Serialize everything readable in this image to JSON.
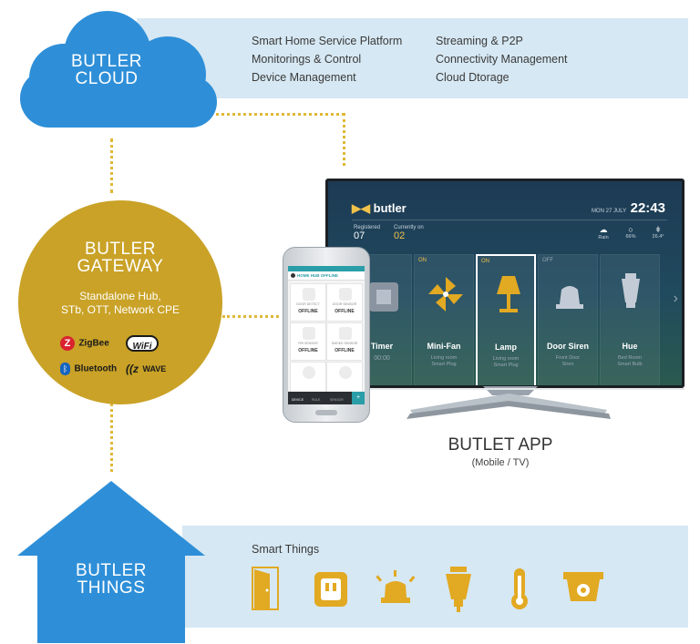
{
  "cloud": {
    "title_line1": "BUTLER",
    "title_line2": "CLOUD",
    "features_left": [
      "Smart Home Service Platform",
      "Monitorings & Control",
      "Device Management"
    ],
    "features_right": [
      "Streaming & P2P",
      "Connectivity Management",
      "Cloud Dtorage"
    ]
  },
  "gateway": {
    "title_line1": "BUTLER",
    "title_line2": "GATEWAY",
    "sub_line1": "Standalone Hub,",
    "sub_line2": "STb, OTT, Network CPE",
    "logos": {
      "zigbee": "ZigBee",
      "wifi": "WiFi",
      "bluetooth": "Bluetooth",
      "zwave": "WAVE"
    }
  },
  "app": {
    "title": "BUTLET APP",
    "subtitle": "(Mobile / TV)",
    "tv": {
      "brand": "butler",
      "date": "MON 27 JULY",
      "time": "22:43",
      "registered_label": "Registered",
      "registered_value": "07",
      "currently_label": "Currently on",
      "currently_value": "02",
      "weather": [
        {
          "icon": "rain-cloud-icon",
          "value": "Rain"
        },
        {
          "icon": "humidity-icon",
          "value": "66%"
        },
        {
          "icon": "thermometer-icon",
          "value": "26.4°"
        }
      ],
      "cards": [
        {
          "status": "",
          "name": "Timer",
          "desc1": "00:00",
          "desc2": ""
        },
        {
          "status": "ON",
          "name": "Mini-Fan",
          "desc1": "Living room",
          "desc2": "Smart Plug"
        },
        {
          "status": "ON",
          "name": "Lamp",
          "desc1": "Living room",
          "desc2": "Smart Plug"
        },
        {
          "status": "OFF",
          "name": "Door Siren",
          "desc1": "Front Door",
          "desc2": "Siren"
        },
        {
          "status": "",
          "name": "Hue",
          "desc1": "Bed Room",
          "desc2": "Smart Bulb"
        }
      ]
    },
    "phone": {
      "header": "HOME HUB OFFLINE",
      "cells": [
        {
          "label": "DOOR DETECT",
          "status": "OFFLINE"
        },
        {
          "label": "DOOR SENSOR",
          "status": "OFFLINE"
        },
        {
          "label": "PIR SENSOR",
          "status": "OFFLINE"
        },
        {
          "label": "SMOKE SENSOR",
          "status": "OFFLINE"
        },
        {
          "label": "",
          "status": ""
        },
        {
          "label": "",
          "status": ""
        }
      ],
      "tabs": [
        "DEVICE",
        "RULE",
        "SENSOR"
      ]
    }
  },
  "things": {
    "title_line1": "BUTLER",
    "title_line2": "THINGS",
    "band_title": "Smart Things",
    "icons": [
      "door-icon",
      "smart-plug-icon",
      "siren-icon",
      "lamp-icon",
      "thermometer-icon",
      "camera-icon"
    ]
  },
  "colors": {
    "cloud_blue": "#2e8fd8",
    "gateway_gold": "#c9a227",
    "band_blue": "#d6e8f3",
    "dot_gold": "#e0b838",
    "icon_gold": "#e2a922"
  }
}
